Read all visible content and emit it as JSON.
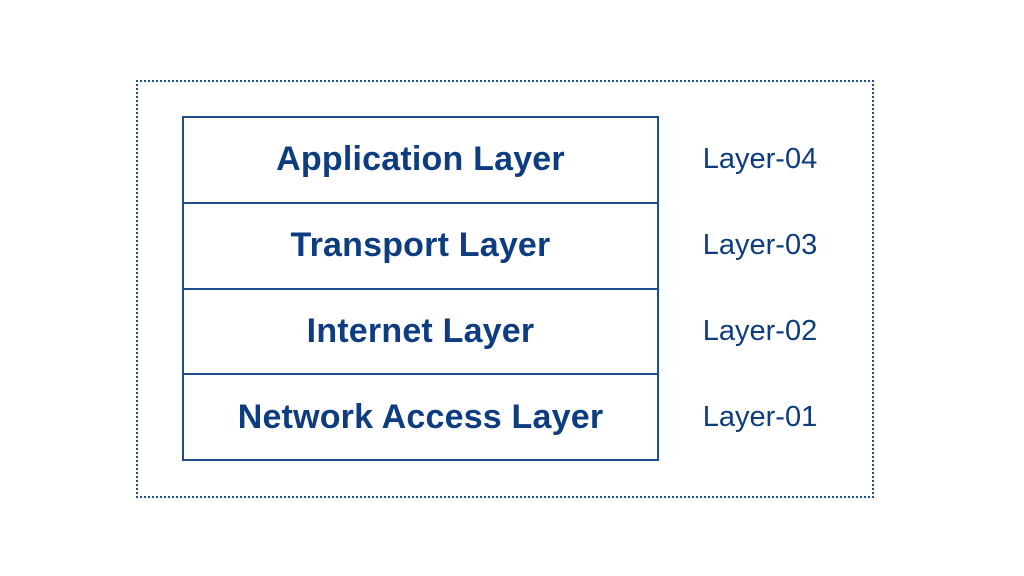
{
  "diagram": {
    "layers": [
      {
        "name": "Application Layer",
        "label": "Layer-04"
      },
      {
        "name": "Transport Layer",
        "label": "Layer-03"
      },
      {
        "name": "Internet Layer",
        "label": "Layer-02"
      },
      {
        "name": "Network Access Layer",
        "label": "Layer-01"
      }
    ]
  },
  "colors": {
    "primary": "#0d3d80",
    "border": "#1f4f8a",
    "background": "#ffffff"
  }
}
